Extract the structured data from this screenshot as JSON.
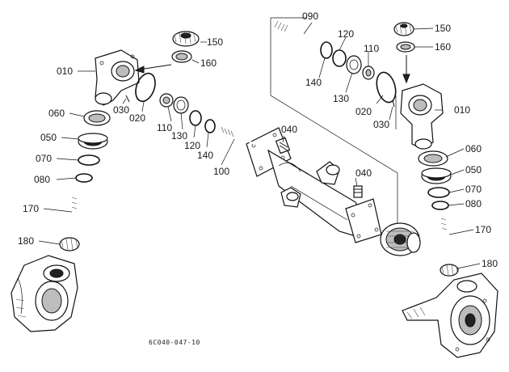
{
  "diagram": {
    "footer_code": "6C040-047-10",
    "labels": {
      "p010_left": "010",
      "p010_right": "010",
      "p020_left": "020",
      "p020_right": "020",
      "p030_left": "030",
      "p030_right": "030",
      "p040_top": "040",
      "p040_mid": "040",
      "p050_left": "050",
      "p050_right": "050",
      "p060_left": "060",
      "p060_right": "060",
      "p070_left": "070",
      "p070_right": "070",
      "p080_left": "080",
      "p080_right": "080",
      "p090": "090",
      "p100": "100",
      "p110_left": "110",
      "p110_right": "110",
      "p120_left": "120",
      "p120_right": "120",
      "p130_left": "130",
      "p130_right": "130",
      "p140_left": "140",
      "p140_right": "140",
      "p150_left": "150",
      "p150_right": "150",
      "p160_left": "160",
      "p160_right": "160",
      "p170_left": "170",
      "p170_right": "170",
      "p180_left": "180",
      "p180_right": "180"
    }
  }
}
